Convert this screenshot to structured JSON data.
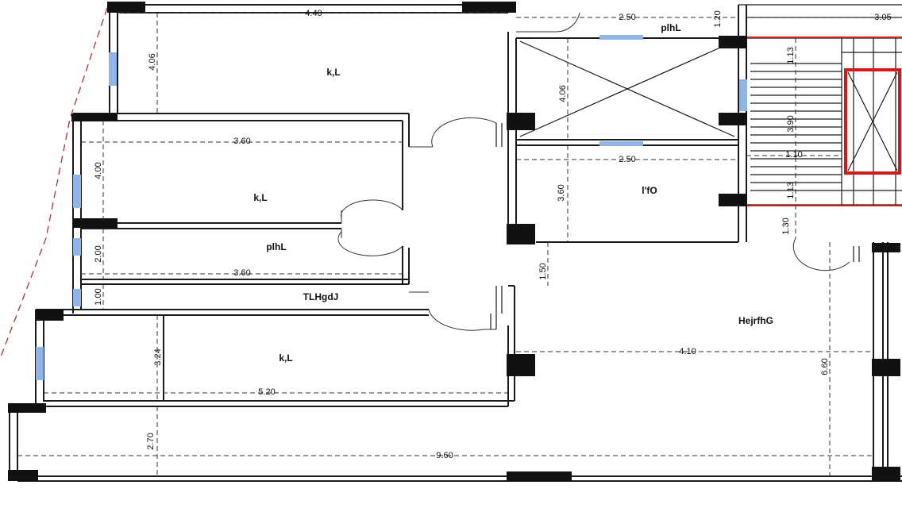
{
  "colors": {
    "walls": "#1a1a1a",
    "columns": "#111111",
    "windows": "#8fb4e8",
    "stair_rails": "#d01a1a",
    "boundary": "#b03030",
    "dimensions": "#333333"
  },
  "rooms": {
    "bedroom_top": "k,L",
    "bathroom_top": "plhL",
    "bedroom_mid": "k,L",
    "bathroom_mid": "plhL",
    "corridor": "TLHgdJ",
    "bedroom_bottom": "k,L",
    "kitchen": "l'fO",
    "reception": "HejrfhG"
  },
  "dimensions": {
    "top_width": "4.40",
    "top_shaft": "2.50",
    "top_right": "3.05",
    "top_short": "1.20",
    "top_height": "4.06",
    "shaft_height": "4.06",
    "stair_top": "1.13",
    "stair_mid": "3.90",
    "stair_bottom": "1.13",
    "stair_width": "1.10",
    "stair_landing": "1.30",
    "mid_width": "3.60",
    "mid_height": "4.00",
    "kitchen_width": "2.50",
    "kitchen_height": "3.60",
    "bath_height": "2.00",
    "bath_width": "3.60",
    "corridor_height": "1.00",
    "passage": "1.50",
    "reception_width": "4.10",
    "reception_height": "6.60",
    "bottom_room_height": "3.24",
    "bottom_room_width": "5.20",
    "overall_width": "9.60",
    "bottom_height": "2.70"
  }
}
